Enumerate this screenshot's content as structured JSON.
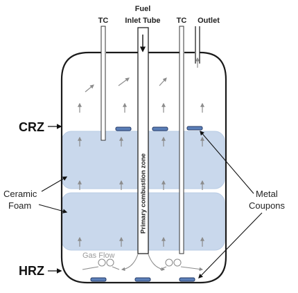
{
  "labels": {
    "tc_left": "TC",
    "fuel_line1": "Fuel",
    "fuel_line2": "Inlet Tube",
    "tc_right": "TC",
    "outlet": "Outlet",
    "crz": "CRZ",
    "hrz": "HRZ",
    "ceramic_line1": "Ceramic",
    "ceramic_line2": "Foam",
    "metal_line1": "Metal",
    "metal_line2": "Coupons",
    "primary_zone": "Primary combustion zone",
    "gas_flow": "Gas Flow"
  },
  "colors": {
    "vessel_outline": "#1a1a1a",
    "foam_fill": "#c9d8ec",
    "coupon_fill": "#5b7fb8",
    "flow_arrow": "#8c8c8c"
  }
}
